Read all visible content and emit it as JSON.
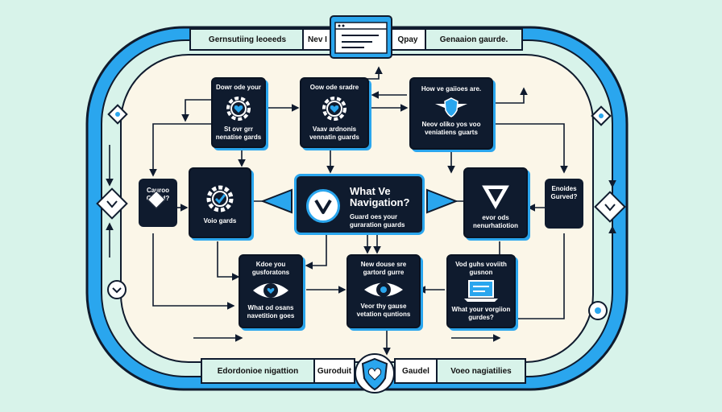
{
  "top_tabs": {
    "left": "Gernsutiing leoeeds",
    "mid_left": "Nev I",
    "mid_right": "Qpay",
    "right": "Genaaion gaurde."
  },
  "bottom_tabs": {
    "left": "Edordonioe nigattion",
    "mid_left": "Guroduit",
    "mid_right": "Gaudel",
    "right": "Voeo nagiatilies"
  },
  "center": {
    "title": "What Ve Navigation?",
    "subtitle": "Guard oes your guraration guards"
  },
  "cards": {
    "top_left": {
      "line1": "Dowr ode your",
      "line2": "St ovr grr nenatise gards"
    },
    "top_mid": {
      "line1": "Oow ode sradre",
      "line2": "Vaav ardnonis vennatin guards"
    },
    "top_right": {
      "line1": "How ve gaiioes are.",
      "line2": "Neov oliko yos voo veniatiens guarts"
    },
    "mid_left": {
      "line1": "Voio gards"
    },
    "mid_right": {
      "line1": "evor ods",
      "line2": "nenurhatiotion"
    },
    "bot_left": {
      "line1": "Kdoe you gusforatons",
      "line2": "What od osans navetition goes"
    },
    "bot_mid": {
      "line1": "New douse sre",
      "line2": "gartord gurre",
      "line3": "Veor thy gause vetation quntions"
    },
    "bot_right": {
      "line1": "Vod guhs voviith gusnon",
      "line2": "What your vorgiion gurdes?"
    }
  },
  "side_cards": {
    "left": {
      "line1": "Cauroo",
      "line2": "Guerd?"
    },
    "right": {
      "line1": "Enoides",
      "line2": "Gurved?"
    }
  },
  "colors": {
    "track": "#2aa6ee",
    "card": "#0f1b2e",
    "background": "#d8f3ea",
    "board": "#fbf6e8"
  }
}
